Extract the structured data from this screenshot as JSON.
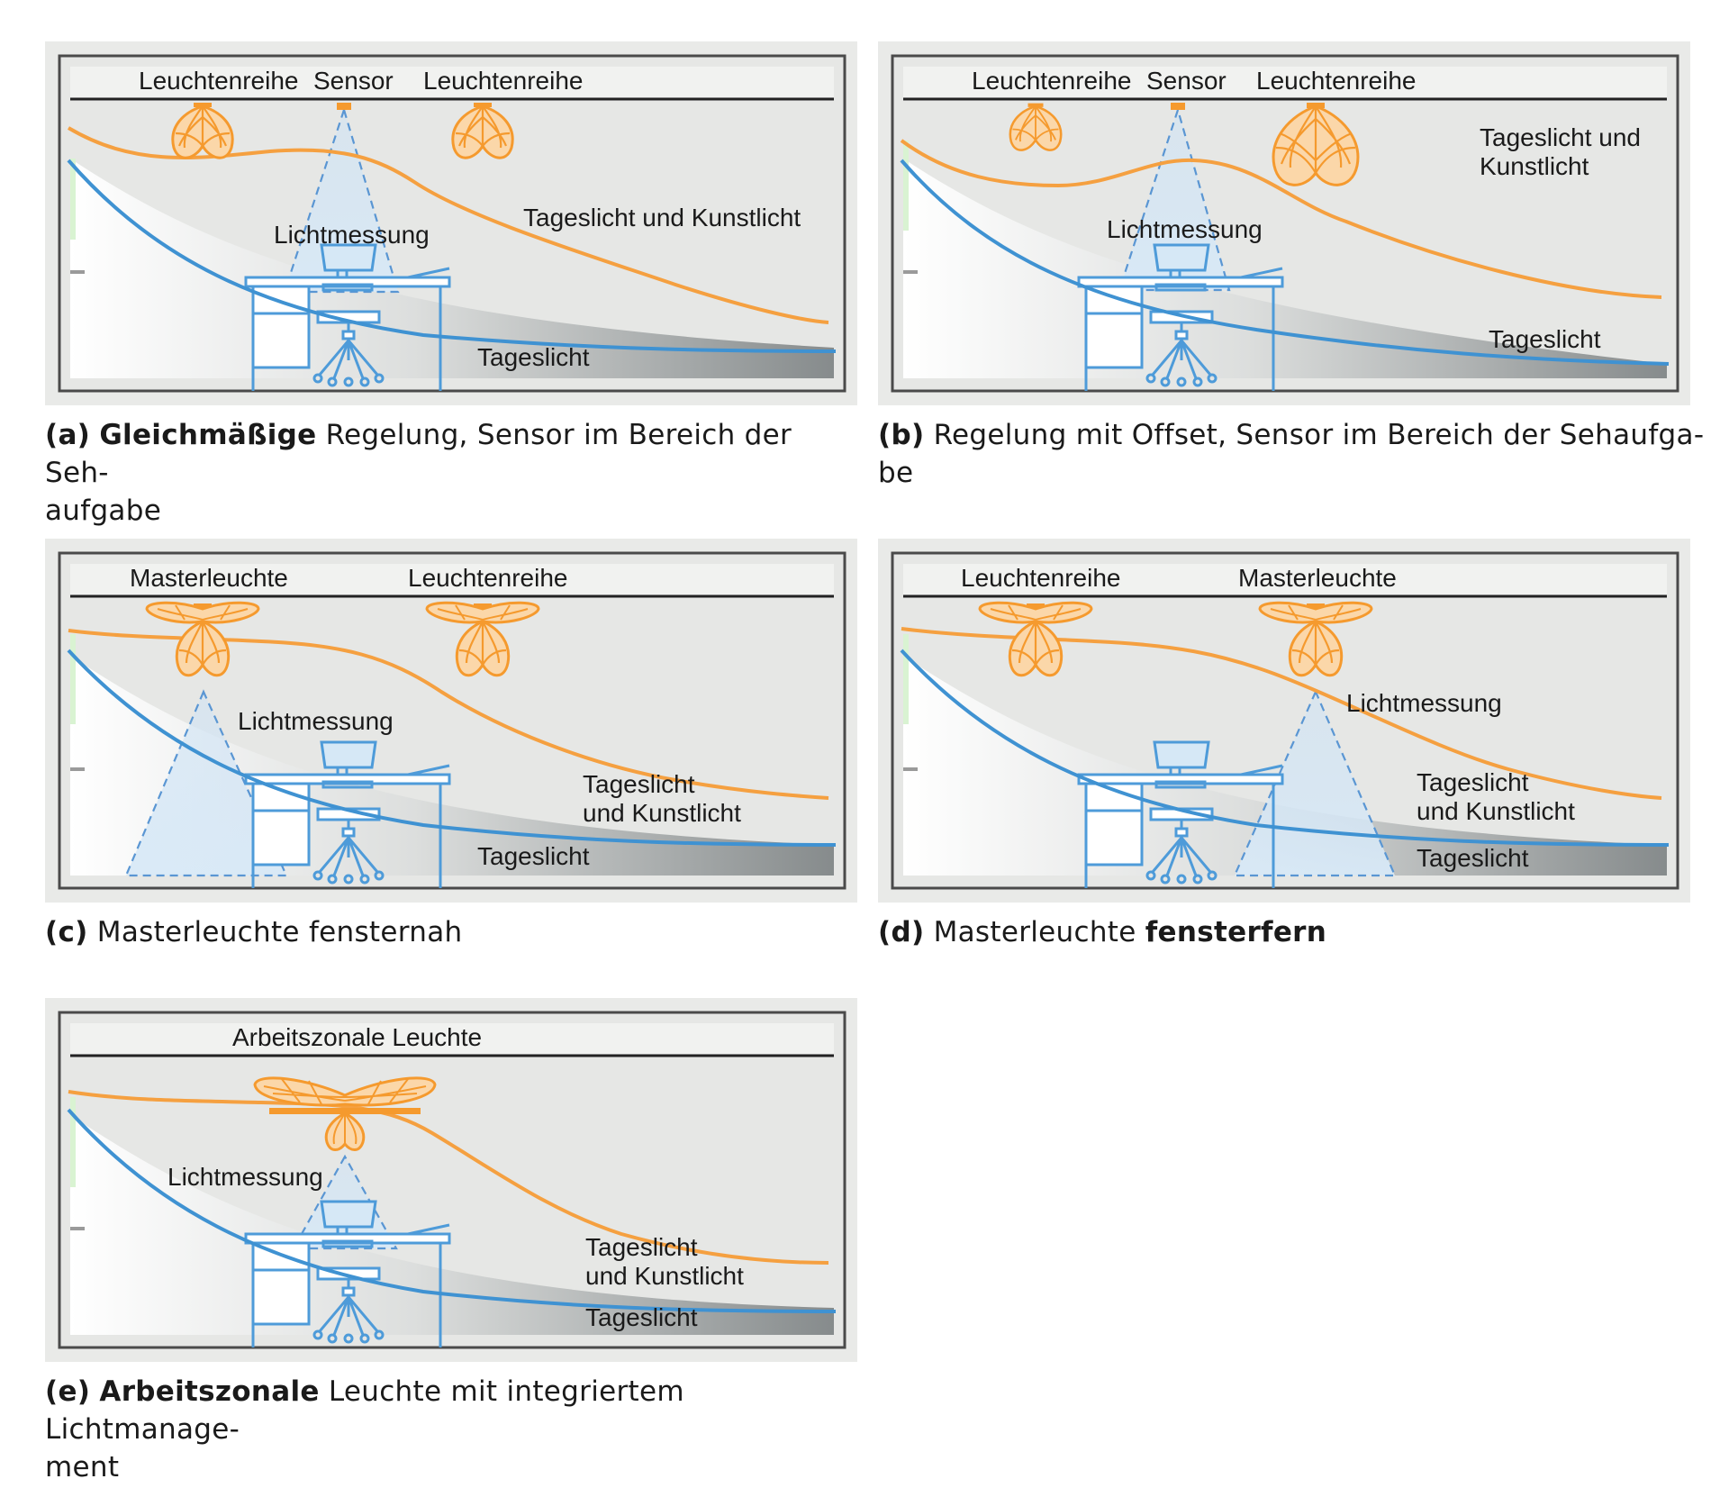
{
  "colors": {
    "artificial_curve": "#f5a040",
    "daylight_curve": "#3f92d2",
    "luminaire": "#f59a2e",
    "sensor_cone": "#5a96d3",
    "furniture": "#4e9bd9",
    "wall_bg": "#e8e9e7",
    "frame": "#bdbdbb"
  },
  "panels": {
    "a": {
      "labels": {
        "row_left": "Leuchtenreihe",
        "sensor": "Sensor",
        "row_right": "Leuchtenreihe",
        "measurement": "Lichtmessung",
        "day_art": "Tageslicht und  Kunstlicht",
        "day": "Tageslicht"
      },
      "caption": {
        "letter": "(a)",
        "bold": "Gleichmäßige",
        "line1": " Regelung, Sensor im Bereich der Seh-",
        "line2": "aufgabe"
      }
    },
    "b": {
      "labels": {
        "row_left": "Leuchtenreihe",
        "sensor": "Sensor",
        "row_right": "Leuchtenreihe",
        "measurement": "Lichtmessung",
        "day_art_1": "Tageslicht und",
        "day_art_2": "Kunstlicht",
        "day": "Tageslicht"
      },
      "caption": {
        "letter": "(b)",
        "line1": " Regelung mit Offset, Sensor im Bereich der Sehaufga-",
        "line2": "be"
      }
    },
    "c": {
      "labels": {
        "master": "Masterleuchte",
        "row": "Leuchtenreihe",
        "measurement": "Lichtmessung",
        "day_art_1": "Tageslicht",
        "day_art_2": "und  Kunstlicht",
        "day": "Tageslicht"
      },
      "caption": {
        "letter": "(c)",
        "line1": " Masterleuchte fensternah"
      }
    },
    "d": {
      "labels": {
        "row": "Leuchtenreihe",
        "master": "Masterleuchte",
        "measurement": "Lichtmessung",
        "day_art_1": "Tageslicht",
        "day_art_2": "und Kunstlicht",
        "day": "Tageslicht"
      },
      "caption": {
        "letter": "(d)",
        "plain": " Masterleuchte ",
        "bold": "fensterfern"
      }
    },
    "e": {
      "labels": {
        "luminaire": "Arbeitszonale Leuchte",
        "measurement": "Lichtmessung",
        "day_art_1": "Tageslicht",
        "day_art_2": "und  Kunstlicht",
        "day": "Tageslicht"
      },
      "caption": {
        "letter": "(e)",
        "bold": "Arbeitszonale",
        "line1": " Leuchte mit integriertem Lichtmanage-",
        "line2": "ment"
      }
    }
  }
}
